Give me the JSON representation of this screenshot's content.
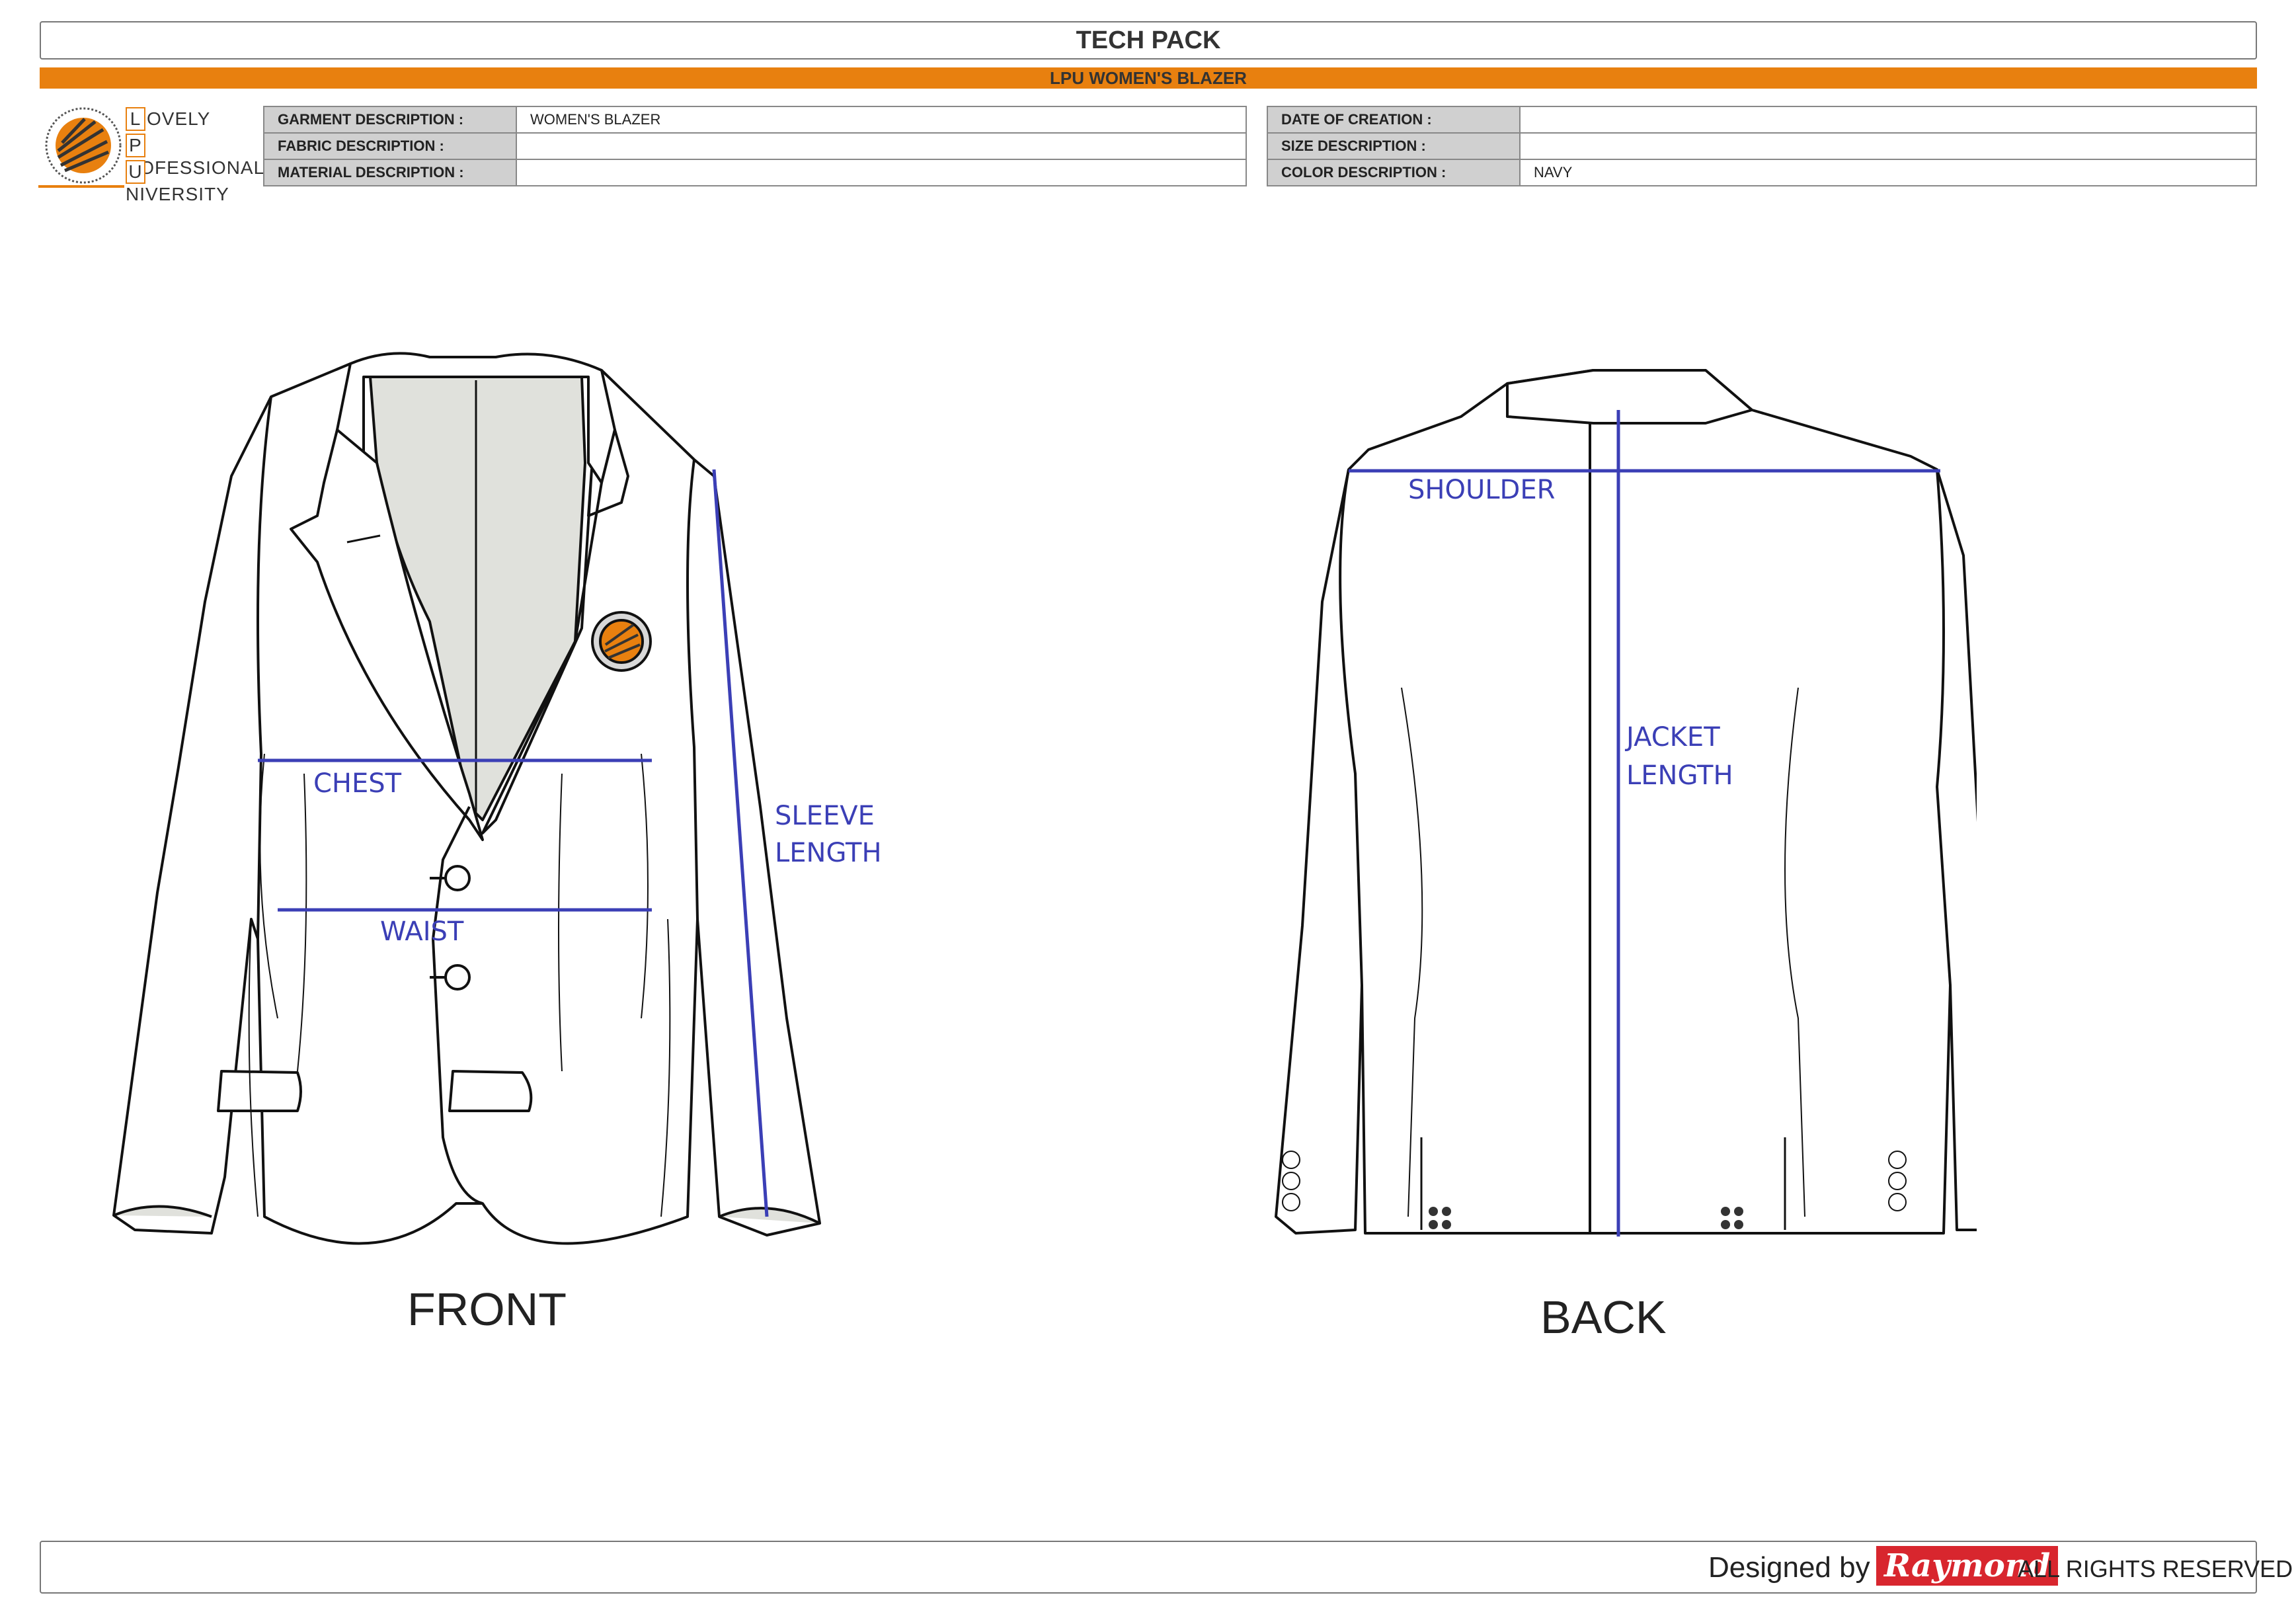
{
  "header": {
    "title": "TECH PACK",
    "subtitle": "LPU WOMEN'S BLAZER"
  },
  "logo": {
    "letters": [
      "L",
      "P",
      "U"
    ],
    "words": [
      "OVELY",
      "ROFESSIONAL",
      "NIVERSITY"
    ],
    "colors": {
      "accent": "#E8800F"
    }
  },
  "left_table": [
    {
      "label": "GARMENT DESCRIPTION :",
      "value": "WOMEN'S BLAZER"
    },
    {
      "label": "FABRIC DESCRIPTION :",
      "value": ""
    },
    {
      "label": "MATERIAL DESCRIPTION :",
      "value": ""
    }
  ],
  "right_table": [
    {
      "label": "DATE OF CREATION :",
      "value": ""
    },
    {
      "label": "SIZE DESCRIPTION :",
      "value": ""
    },
    {
      "label": "COLOR DESCRIPTION :",
      "value": "NAVY"
    }
  ],
  "front": {
    "caption": "FRONT",
    "chest": "CHEST",
    "waist": "WAIST",
    "sleeve_1": "SLEEVE",
    "sleeve_2": "LENGTH"
  },
  "back": {
    "caption": "BACK",
    "shoulder": "SHOULDER",
    "jacket_1": "JACKET",
    "jacket_2": "LENGTH"
  },
  "footer": {
    "designed_by": "Designed by",
    "brand": "Raymond",
    "rights": "ALL RIGHTS RESERVED"
  },
  "colors": {
    "orange": "#E8800F",
    "measure": "#3b3fb6",
    "lining": "#e0e1dc"
  }
}
